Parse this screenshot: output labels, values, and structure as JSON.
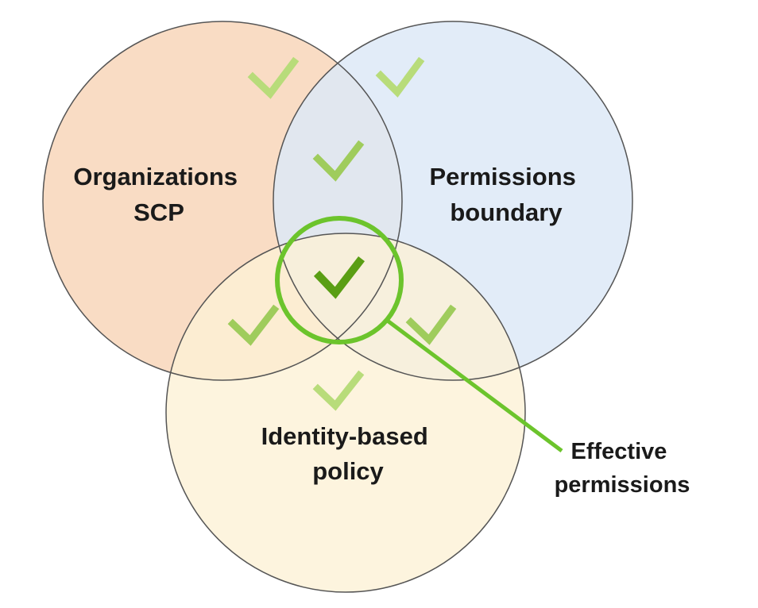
{
  "circles": {
    "organizations": {
      "label_lines": [
        "Organizations",
        "SCP"
      ],
      "fill": "#f9dcc4"
    },
    "boundary": {
      "label_lines": [
        "Permissions",
        "boundary"
      ],
      "fill": "#dde9f7"
    },
    "identity": {
      "label_lines": [
        "Identity-based",
        "policy"
      ],
      "fill": "#fcf1d6"
    },
    "stroke_color": "#555555"
  },
  "effective": {
    "label_lines": [
      "Effective",
      "permissions"
    ],
    "highlight_color": "#6cc42c",
    "check_color": "#5a9e14"
  },
  "check_icons": {
    "faded_color": "#b8dc7a",
    "dim_color": "#9fcc5c"
  }
}
